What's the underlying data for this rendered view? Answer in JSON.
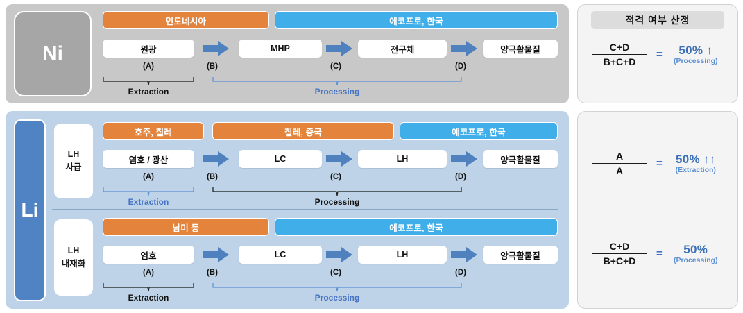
{
  "ni_section": {
    "element_label": "Ni",
    "source_bars": [
      {
        "label": "인도네시아",
        "color": "#e3833c"
      },
      {
        "label": "에코프로, 한국",
        "color": "#3faee9"
      }
    ],
    "steps": [
      "원광",
      "MHP",
      "전구체",
      "양극활물질"
    ],
    "point_labels": [
      "(A)",
      "(B)",
      "(C)",
      "(D)"
    ],
    "stages": [
      {
        "caption": "Extraction",
        "color": "#111111"
      },
      {
        "caption": "Processing",
        "color": "#4472c4"
      }
    ]
  },
  "li_section": {
    "element_label": "Li",
    "routes": [
      {
        "name_line1": "LH",
        "name_line2": "사급",
        "source_bars": [
          {
            "label": "호주, 칠레",
            "color": "#e3833c"
          },
          {
            "label": "칠레, 중국",
            "color": "#e3833c"
          },
          {
            "label": "에코프로, 한국",
            "color": "#3faee9"
          }
        ],
        "steps": [
          "염호 / 광산",
          "LC",
          "LH",
          "양극활물질"
        ],
        "point_labels": [
          "(A)",
          "(B)",
          "(C)",
          "(D)"
        ],
        "stages": [
          {
            "caption": "Extraction",
            "color": "#4472c4"
          },
          {
            "caption": "Processing",
            "color": "#111111"
          }
        ]
      },
      {
        "name_line1": "LH",
        "name_line2": "내재화",
        "source_bars": [
          {
            "label": "남미 등",
            "color": "#e3833c"
          },
          {
            "label": "에코프로, 한국",
            "color": "#3faee9"
          }
        ],
        "steps": [
          "염호",
          "LC",
          "LH",
          "양극활물질"
        ],
        "point_labels": [
          "(A)",
          "(B)",
          "(C)",
          "(D)"
        ],
        "stages": [
          {
            "caption": "Extraction",
            "color": "#111111"
          },
          {
            "caption": "Processing",
            "color": "#4472c4"
          }
        ]
      }
    ]
  },
  "calc_top": {
    "header": "적격 여부 산정",
    "formula": {
      "numerator": "C+D",
      "denominator": "B+C+D",
      "equals": "=",
      "result": "50% ↑",
      "result_sub": "(Processing)"
    }
  },
  "calc_bottom": {
    "formulas": [
      {
        "numerator": "A",
        "denominator": "A",
        "equals": "=",
        "result": "50% ↑↑",
        "result_sub": "(Extraction)"
      },
      {
        "numerator": "C+D",
        "denominator": "B+C+D",
        "equals": "=",
        "result": "50%",
        "result_sub": "(Processing)"
      }
    ]
  },
  "colors": {
    "orange": "#e3833c",
    "blue": "#3faee9",
    "arrow": "#4e81bd",
    "accent_text": "#4472c4",
    "result": "#3b6fb5",
    "ni_panel_bg": "#c8c8c8",
    "li_panel_bg": "#bed3e7"
  }
}
